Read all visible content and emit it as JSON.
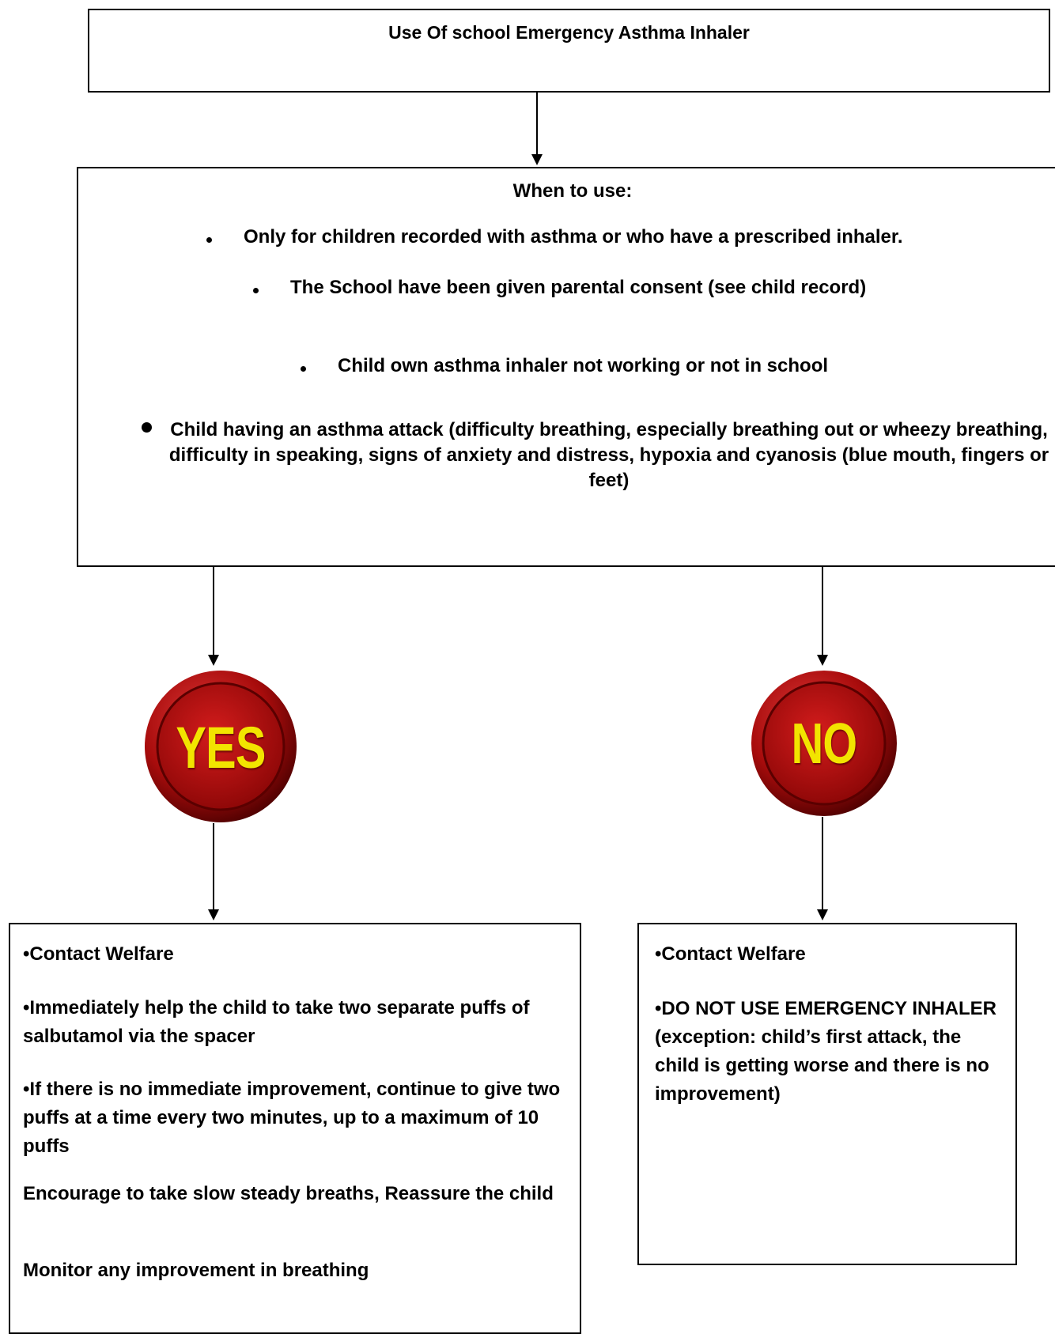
{
  "title": "Use Of school Emergency Asthma Inhaler",
  "when": {
    "heading": "When to use:",
    "items": [
      "Only for children recorded with asthma or who have a prescribed inhaler.",
      "The School have been given parental consent (see child record)",
      "Child own asthma inhaler not working or not in school",
      "Child having an asthma attack (difficulty breathing, especially breathing out or wheezy breathing, difficulty in speaking, signs of anxiety and distress, hypoxia and cyanosis (blue mouth, fingers or feet)"
    ]
  },
  "yes_button": {
    "label": "YES"
  },
  "no_button": {
    "label": "NO"
  },
  "yes_box": {
    "items": [
      "•Contact Welfare",
      "•Immediately help the child to take two separate puffs of salbutamol via the spacer",
      "•If there is no immediate improvement, continue to give two puffs at a time every two minutes, up to a maximum of 10 puffs",
      "Encourage to take slow steady breaths, Reassure the child",
      "Monitor any improvement in breathing"
    ]
  },
  "no_box": {
    "items": [
      "•Contact Welfare",
      "•DO NOT USE EMERGENCY INHALER (exception: child’s first attack, the child is getting worse and there is no improvement)"
    ]
  },
  "colors": {
    "button_red": "#b80f0f",
    "button_text": "#f2e400",
    "line": "#000000"
  }
}
